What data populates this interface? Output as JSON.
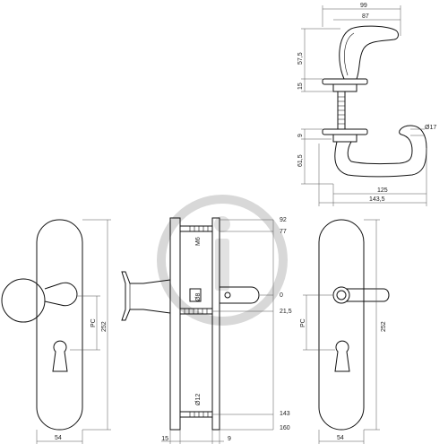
{
  "top_view": {
    "dim_width_outer": "99",
    "dim_width_inner": "87",
    "dim_height_handle": "57,5",
    "dim_height_rose": "15"
  },
  "side_view": {
    "dim_thickness": "9",
    "dim_height_grip": "61,5",
    "dim_diameter": "Ø17",
    "dim_length_inner": "125",
    "dim_length_outer": "143,5"
  },
  "knob_plate": {
    "dim_width": "54",
    "dim_height": "252",
    "dim_pc": "PC"
  },
  "section_view": {
    "dim_92": "92",
    "dim_77": "77",
    "dim_0": "0",
    "dim_21_5": "21,5",
    "dim_143": "143",
    "dim_160": "160",
    "dim_15": "15",
    "dim_9": "9",
    "label_m6": "M6",
    "label_d8": "Ø8",
    "label_d12": "Ø12"
  },
  "lever_plate": {
    "dim_width": "54",
    "dim_height": "252",
    "dim_pc": "PC"
  },
  "watermark": {
    "icon": "info-logo-icon"
  }
}
